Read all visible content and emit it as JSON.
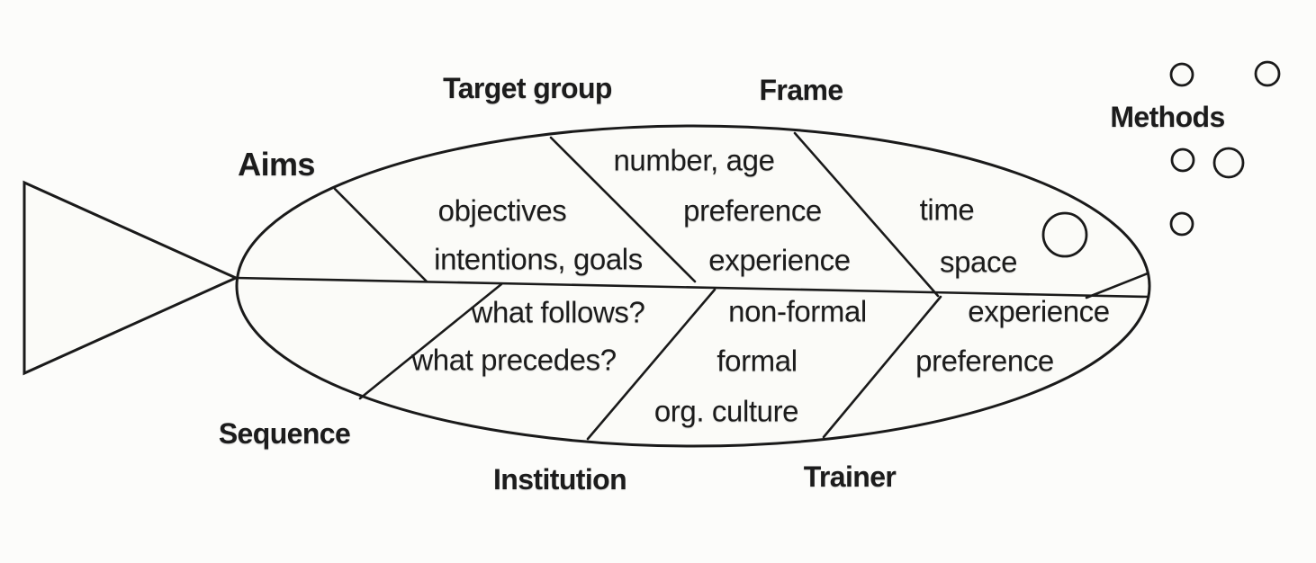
{
  "diagram": {
    "bones": [
      {
        "label": "Aims",
        "side": "top",
        "items": [
          "objectives",
          "intentions, goals"
        ]
      },
      {
        "label": "Target group",
        "side": "top",
        "items": [
          "number, age",
          "preference",
          "experience"
        ]
      },
      {
        "label": "Frame",
        "side": "top",
        "items": [
          "time",
          "space"
        ]
      },
      {
        "label": "Methods",
        "side": "top",
        "items": []
      },
      {
        "label": "Sequence",
        "side": "bottom",
        "items": [
          "what follows?",
          "what precedes?"
        ]
      },
      {
        "label": "Institution",
        "side": "bottom",
        "items": [
          "non-formal",
          "formal",
          "org. culture"
        ]
      },
      {
        "label": "Trainer",
        "side": "bottom",
        "items": [
          "experience",
          "preference"
        ]
      }
    ],
    "decorations": {
      "fish_eye": "open-circle",
      "method_bubbles_count": 5
    },
    "colors": {
      "line": "#1a1a1a",
      "text": "#1c1c1c",
      "background": "#fbfbf8"
    }
  }
}
